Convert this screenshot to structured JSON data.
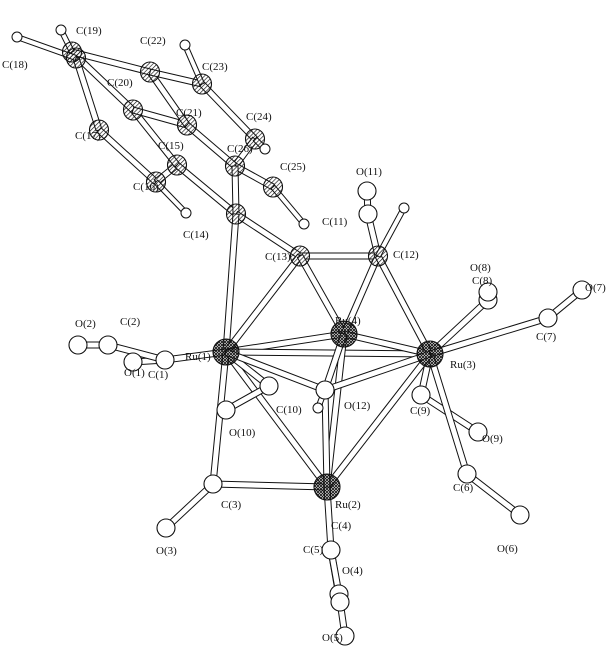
{
  "figure": {
    "atoms": [
      {
        "id": "C18",
        "label": "C(18)",
        "type": "aromatic"
      },
      {
        "id": "C19",
        "label": "C(19)",
        "type": "aromatic"
      },
      {
        "id": "C22",
        "label": "C(22)",
        "type": "aromatic"
      },
      {
        "id": "C23",
        "label": "C(23)",
        "type": "aromatic"
      },
      {
        "id": "C20",
        "label": "C(20)",
        "type": "aromatic"
      },
      {
        "id": "C21",
        "label": "C(21)",
        "type": "aromatic"
      },
      {
        "id": "C24",
        "label": "C(24)",
        "type": "aromatic"
      },
      {
        "id": "C17",
        "label": "C(17)",
        "type": "aromatic"
      },
      {
        "id": "C15",
        "label": "C(15)",
        "type": "aromatic"
      },
      {
        "id": "C26",
        "label": "C(26)",
        "type": "aromatic"
      },
      {
        "id": "C25",
        "label": "C(25)",
        "type": "aromatic"
      },
      {
        "id": "C16",
        "label": "C(16)",
        "type": "aromatic"
      },
      {
        "id": "C14",
        "label": "C(14)",
        "type": "aromatic"
      },
      {
        "id": "C13",
        "label": "C(13)",
        "type": "aromatic"
      },
      {
        "id": "C12",
        "label": "C(12)",
        "type": "aromatic"
      },
      {
        "id": "C11",
        "label": "C(11)",
        "type": "open"
      },
      {
        "id": "O11",
        "label": "O(11)",
        "type": "open"
      },
      {
        "id": "Ru1",
        "label": "Ru(1)",
        "type": "metal"
      },
      {
        "id": "Ru4",
        "label": "Ru(4)",
        "type": "metal"
      },
      {
        "id": "Ru3",
        "label": "Ru(3)",
        "type": "metal"
      },
      {
        "id": "Ru2",
        "label": "Ru(2)",
        "type": "metal"
      },
      {
        "id": "O2",
        "label": "O(2)",
        "type": "open"
      },
      {
        "id": "C2",
        "label": "C(2)",
        "type": "open"
      },
      {
        "id": "O1",
        "label": "O(1)",
        "type": "open"
      },
      {
        "id": "C1",
        "label": "C(1)",
        "type": "open"
      },
      {
        "id": "C10",
        "label": "C(10)",
        "type": "open"
      },
      {
        "id": "O10",
        "label": "O(10)",
        "type": "open"
      },
      {
        "id": "O12",
        "label": "O(12)",
        "type": "open"
      },
      {
        "id": "C8",
        "label": "C(8)",
        "type": "open"
      },
      {
        "id": "O8",
        "label": "O(8)",
        "type": "open"
      },
      {
        "id": "C7",
        "label": "C(7)",
        "type": "open"
      },
      {
        "id": "O7",
        "label": "O(7)",
        "type": "open"
      },
      {
        "id": "C9",
        "label": "C(9)",
        "type": "open"
      },
      {
        "id": "O9",
        "label": "O(9)",
        "type": "open"
      },
      {
        "id": "C6",
        "label": "C(6)",
        "type": "open"
      },
      {
        "id": "O6",
        "label": "O(6)",
        "type": "open"
      },
      {
        "id": "C3",
        "label": "C(3)",
        "type": "open"
      },
      {
        "id": "O3",
        "label": "O(3)",
        "type": "open"
      },
      {
        "id": "C4",
        "label": "C(4)",
        "type": "open"
      },
      {
        "id": "C5",
        "label": "C(5)",
        "type": "open"
      },
      {
        "id": "O4",
        "label": "O(4)",
        "type": "open"
      },
      {
        "id": "O5",
        "label": "O(5)",
        "type": "open"
      }
    ],
    "hydrogens": [
      "H18",
      "H19",
      "H23",
      "H24",
      "H25",
      "H16",
      "H12",
      "H12b"
    ],
    "bonds": [
      [
        "C18",
        "C19"
      ],
      [
        "C19",
        "C20"
      ],
      [
        "C18",
        "C17"
      ],
      [
        "C17",
        "C16"
      ],
      [
        "C16",
        "C15"
      ],
      [
        "C15",
        "C20"
      ],
      [
        "C20",
        "C21"
      ],
      [
        "C22",
        "C21"
      ],
      [
        "C22",
        "C23"
      ],
      [
        "C23",
        "C24"
      ],
      [
        "C24",
        "C26"
      ],
      [
        "C26",
        "C21"
      ],
      [
        "C26",
        "C25"
      ],
      [
        "C15",
        "C14"
      ],
      [
        "C26",
        "C14"
      ],
      [
        "C19",
        "C22"
      ],
      [
        "C14",
        "C13"
      ],
      [
        "C13",
        "C12"
      ],
      [
        "C12",
        "C11"
      ],
      [
        "C11",
        "O11"
      ],
      [
        "Ru1",
        "C14"
      ],
      [
        "Ru1",
        "C13"
      ],
      [
        "Ru1",
        "Ru4"
      ],
      [
        "Ru1",
        "Ru3"
      ],
      [
        "Ru1",
        "Ru2"
      ],
      [
        "Ru1",
        "C1"
      ],
      [
        "C1",
        "O1"
      ],
      [
        "C1",
        "C2"
      ],
      [
        "C2",
        "O2"
      ],
      [
        "Ru1",
        "C3"
      ],
      [
        "C3",
        "O3"
      ],
      [
        "C3",
        "Ru2"
      ],
      [
        "Ru1",
        "C10"
      ],
      [
        "C10",
        "O10"
      ],
      [
        "Ru4",
        "C13"
      ],
      [
        "Ru4",
        "C12"
      ],
      [
        "Ru4",
        "Ru3"
      ],
      [
        "Ru4",
        "Ru2"
      ],
      [
        "Ru4",
        "O12"
      ],
      [
        "Ru3",
        "C12"
      ],
      [
        "Ru3",
        "C8"
      ],
      [
        "C8",
        "O8"
      ],
      [
        "Ru3",
        "C7"
      ],
      [
        "C7",
        "O7"
      ],
      [
        "Ru3",
        "C9"
      ],
      [
        "C9",
        "O9"
      ],
      [
        "Ru3",
        "C6"
      ],
      [
        "C6",
        "O6"
      ],
      [
        "Ru3",
        "Ru2"
      ],
      [
        "Ru3",
        "O12"
      ],
      [
        "Ru2",
        "O12"
      ],
      [
        "Ru2",
        "C4"
      ],
      [
        "C4",
        "O4"
      ],
      [
        "C4",
        "C5"
      ],
      [
        "C5",
        "O5"
      ],
      [
        "Ru1",
        "O12"
      ]
    ]
  }
}
